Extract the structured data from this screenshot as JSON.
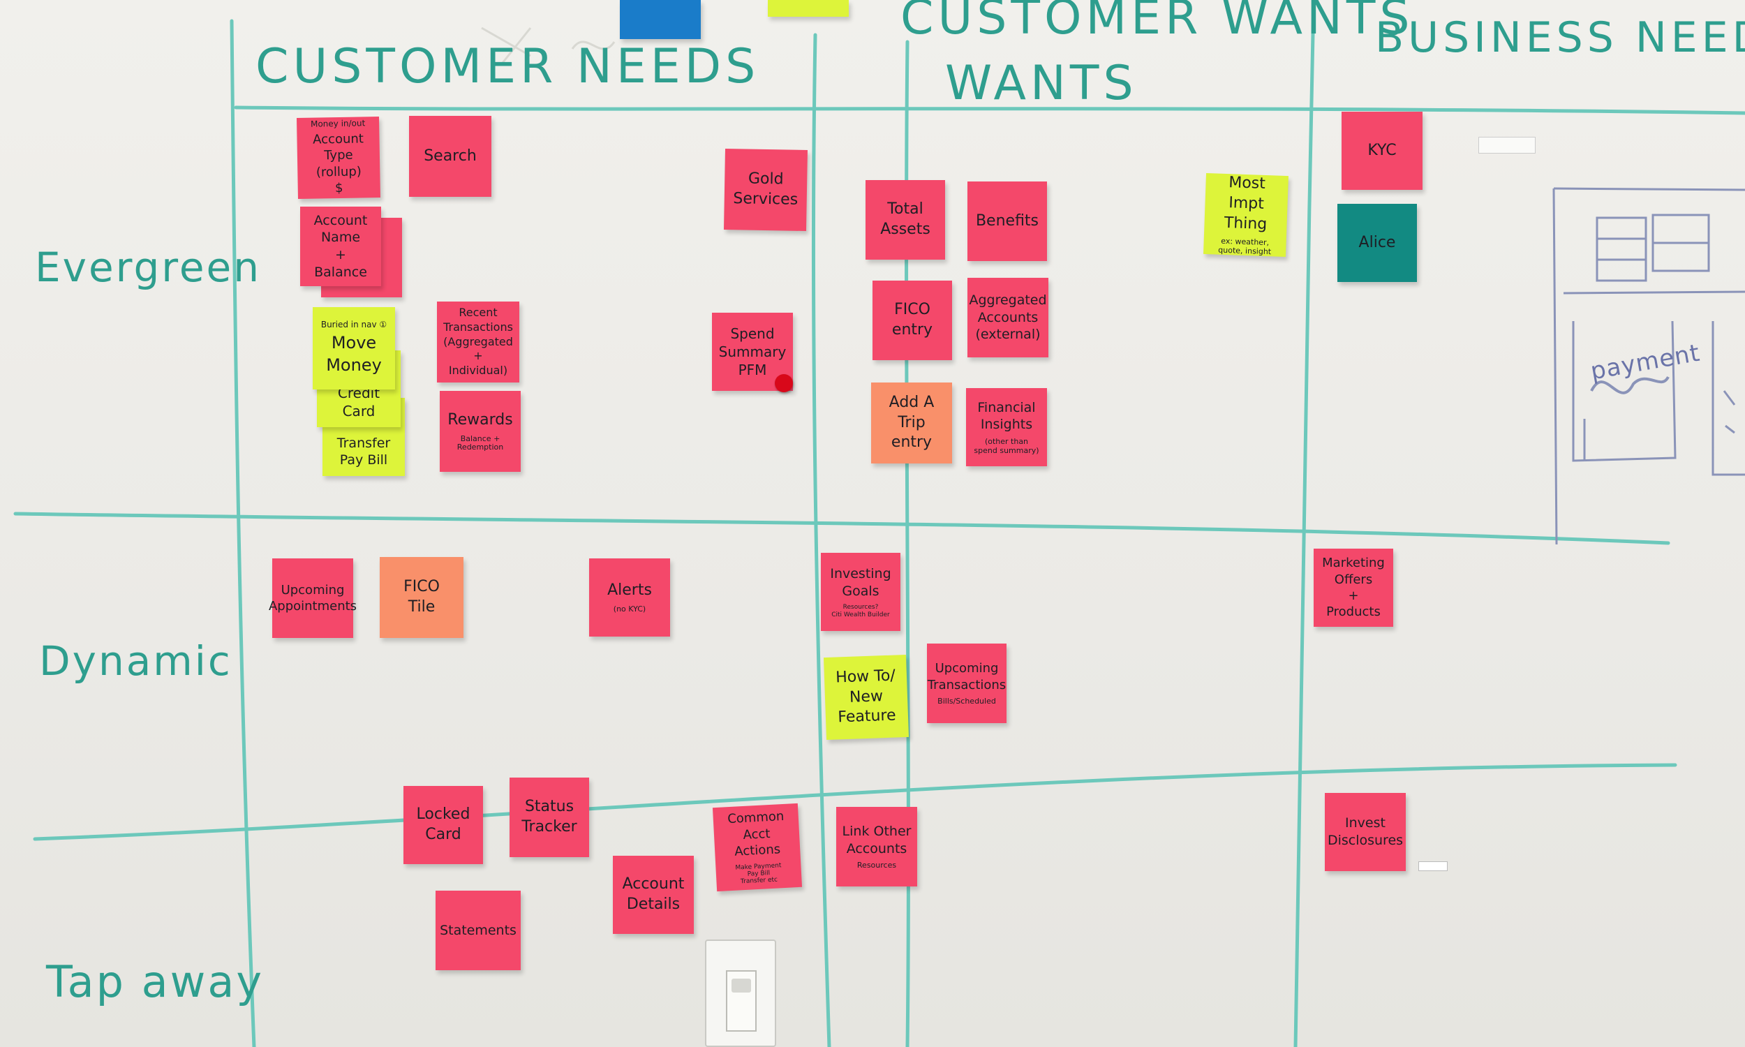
{
  "board": {
    "columns": [
      "CUSTOMER NEEDS",
      "CUSTOMER WANTS",
      "BUSINESS NEEDS"
    ],
    "column_second_line": "WANTS",
    "rows": [
      "Evergreen",
      "Dynamic",
      "Tap away"
    ],
    "colors": {
      "marker": "#2e9e8e",
      "pink": "#f4486a",
      "yellow": "#ddf43a",
      "orange": "#f9906a",
      "teal": "#128a82",
      "blue": "#1a7cc9"
    }
  },
  "notes": [
    {
      "id": "account-type",
      "color": "pink",
      "pre": "Money in/out",
      "main": "Account\nType\n(rollup)\n$",
      "sub": ""
    },
    {
      "id": "search",
      "color": "pink",
      "pre": "",
      "main": "Search",
      "sub": ""
    },
    {
      "id": "gold-services",
      "color": "pink",
      "pre": "",
      "main": "Gold\nServices",
      "sub": ""
    },
    {
      "id": "account-name-balance",
      "color": "pink",
      "pre": "",
      "main": "Account\nName\n+\nBalance",
      "sub": ""
    },
    {
      "id": "move-money",
      "color": "yellow",
      "pre": "Buried in nav ①",
      "main": "Move\nMoney",
      "sub": ""
    },
    {
      "id": "credit-card",
      "color": "yellow",
      "pre": "",
      "main": "Credit\nCard",
      "sub": ""
    },
    {
      "id": "transfer-pay-bill",
      "color": "yellow",
      "pre": "",
      "main": "Transfer\nPay Bill",
      "sub": ""
    },
    {
      "id": "recent-transactions",
      "color": "pink",
      "pre": "",
      "main": "Recent\nTransactions\n(Aggregated\n+ Individual)",
      "sub": ""
    },
    {
      "id": "rewards",
      "color": "pink",
      "pre": "",
      "main": "Rewards",
      "sub": "Balance + Redemption"
    },
    {
      "id": "spend-summary",
      "color": "pink",
      "pre": "",
      "main": "Spend\nSummary\nPFM",
      "sub": ""
    },
    {
      "id": "total-assets",
      "color": "pink",
      "pre": "",
      "main": "Total\nAssets",
      "sub": ""
    },
    {
      "id": "benefits",
      "color": "pink",
      "pre": "",
      "main": "Benefits",
      "sub": ""
    },
    {
      "id": "fico-entry",
      "color": "pink",
      "pre": "",
      "main": "FICO\nentry",
      "sub": ""
    },
    {
      "id": "aggregated-accounts",
      "color": "pink",
      "pre": "",
      "main": "Aggregated\nAccounts\n(external)",
      "sub": ""
    },
    {
      "id": "add-a-trip",
      "color": "orange",
      "pre": "",
      "main": "Add A\nTrip\nentry",
      "sub": ""
    },
    {
      "id": "financial-insights",
      "color": "pink",
      "pre": "",
      "main": "Financial\nInsights",
      "sub": "(other than\nspend summary)"
    },
    {
      "id": "most-impt-thing",
      "color": "yellow",
      "pre": "",
      "main": "Most Impt\nThing",
      "sub": "ex: weather, quote, insight"
    },
    {
      "id": "kyc",
      "color": "pink",
      "pre": "",
      "main": "KYC",
      "sub": ""
    },
    {
      "id": "alice",
      "color": "teal",
      "pre": "",
      "main": "Alice",
      "sub": ""
    },
    {
      "id": "upcoming-appointments",
      "color": "pink",
      "pre": "",
      "main": "Upcoming\nAppointments",
      "sub": ""
    },
    {
      "id": "fico-tile",
      "color": "orange",
      "pre": "",
      "main": "FICO\nTile",
      "sub": ""
    },
    {
      "id": "alerts",
      "color": "pink",
      "pre": "",
      "main": "Alerts",
      "sub": "(no KYC)"
    },
    {
      "id": "investing-goals",
      "color": "pink",
      "pre": "",
      "main": "Investing\nGoals",
      "sub": "Resources?\nCiti Wealth Builder"
    },
    {
      "id": "how-to-new-feature",
      "color": "yellow",
      "pre": "",
      "main": "How To/\nNew\nFeature",
      "sub": ""
    },
    {
      "id": "upcoming-transactions",
      "color": "pink",
      "pre": "",
      "main": "Upcoming\nTransactions",
      "sub": "Bills/Scheduled"
    },
    {
      "id": "marketing-offers",
      "color": "pink",
      "pre": "",
      "main": "Marketing\nOffers\n+\nProducts",
      "sub": ""
    },
    {
      "id": "locked-card",
      "color": "pink",
      "pre": "",
      "main": "Locked\nCard",
      "sub": ""
    },
    {
      "id": "status-tracker",
      "color": "pink",
      "pre": "",
      "main": "Status\nTracker",
      "sub": ""
    },
    {
      "id": "common-acct-actions",
      "color": "pink",
      "pre": "",
      "main": "Common\nAcct\nActions",
      "sub": "Make Payment\nPay Bill\nTransfer etc"
    },
    {
      "id": "link-other-accounts",
      "color": "pink",
      "pre": "",
      "main": "Link Other\nAccounts",
      "sub": "Resources"
    },
    {
      "id": "invest-disclosures",
      "color": "pink",
      "pre": "",
      "main": "Invest\nDisclosures",
      "sub": ""
    },
    {
      "id": "account-details",
      "color": "pink",
      "pre": "",
      "main": "Account\nDetails",
      "sub": ""
    },
    {
      "id": "statements",
      "color": "pink",
      "pre": "",
      "main": "Statements",
      "sub": ""
    }
  ],
  "sketch": {
    "label": "payment"
  }
}
